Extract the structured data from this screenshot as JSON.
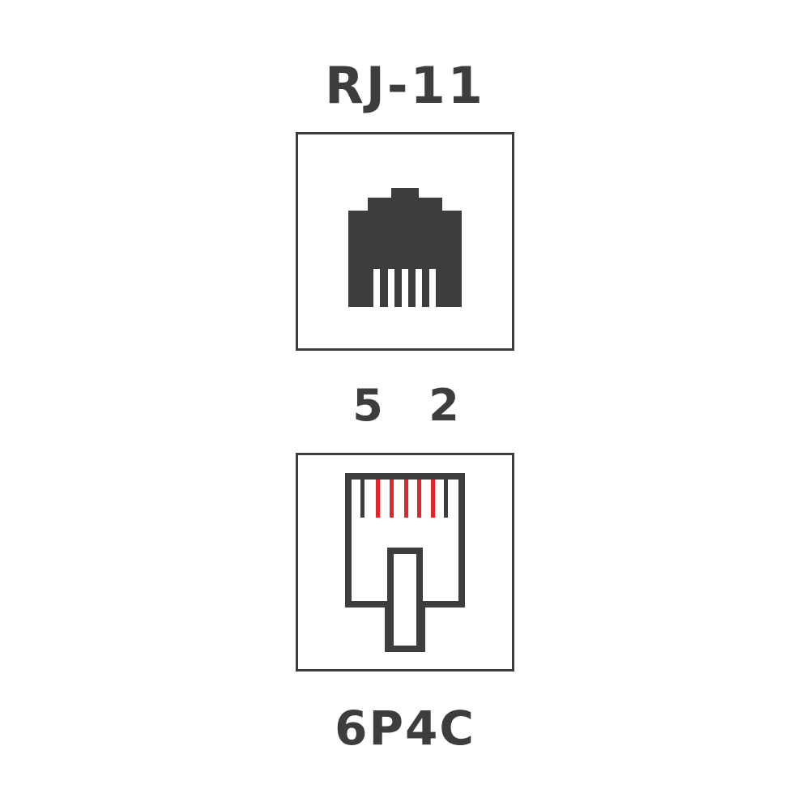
{
  "title": "RJ-11",
  "pin_labels": {
    "left": "5",
    "right": "2"
  },
  "caption": "6P4C",
  "colors": {
    "text": "#3d3d3d",
    "outline": "#3d3d3d",
    "jack_fill": "#3d3d3d",
    "contact_active": "#e0262b",
    "background": "#ffffff"
  },
  "icons": {
    "socket": "rj11-socket-icon",
    "plug": "rj11-plug-icon"
  },
  "connector": {
    "positions": 6,
    "contacts": 4
  }
}
